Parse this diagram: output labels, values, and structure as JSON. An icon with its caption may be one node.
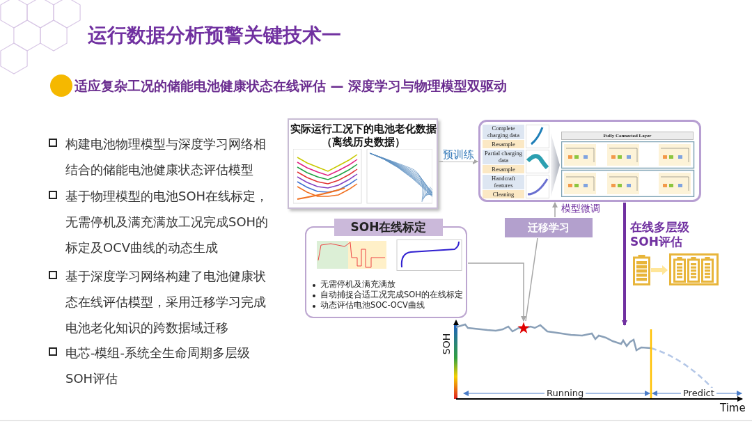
{
  "diagram": {
    "title": "运行数据分析预警关键技术一",
    "nodes": [
      {
        "text": [
          "实际运行工况下的电池老化数据（离线历史数据）"
        ]
      },
      {
        "text": [
          "Complete charging data",
          "Resample",
          "Partial charging data",
          "Resample",
          "Handcraft features",
          "Cleaning",
          "Fully Connected Layer"
        ]
      },
      {
        "text": [
          "SOH在线标定",
          "无需停机及满充满放",
          "自动捕捉合适工况完成SOH的在线标定",
          "动态评估电池SOC-OCV曲线"
        ]
      },
      {
        "text": [
          "迁移学习"
        ]
      },
      {
        "text": [],
        "shape": "star"
      },
      {
        "text": [],
        "shape": "battery"
      },
      {
        "text": [],
        "shape": "battery"
      }
    ],
    "edges": [
      {
        "from": 0,
        "to": 1,
        "arrow": "to",
        "label": "预训练"
      },
      {
        "from": 3,
        "to": 1,
        "arrow": "to",
        "label": "模型微调"
      },
      {
        "from": 2,
        "to": 4,
        "arrow": "to"
      },
      {
        "from": 4,
        "to": 3,
        "arrow": "none"
      },
      {
        "from": 1,
        "to": null,
        "arrow": "to",
        "label": "在线多层级SOH评估",
        "color": "#7030a0",
        "style": "thick"
      },
      {
        "from": 5,
        "to": 6,
        "arrow": "to",
        "color": "#ffe699",
        "style": "thick"
      }
    ],
    "labels": [
      "适应复杂工况的储能电池健康状态在线评估 — 深度学习与物理模型双驱动",
      "构建电池物理模型与深度学习网络相结合的储能电池健康状态评估模型",
      "基于物理模型的电池SOH在线标定，无需停机及满充满放工况完成SOH的标定及OCV曲线的动态生成",
      "基于深度学习网络构建了电池健康状态在线评估模型，采用迁移学习完成电池老化知识的跨数据域迁移",
      "电芯-模组-系统全生命周期多层级SOH评估",
      "SOH",
      "Time",
      "Running",
      "Predict"
    ]
  }
}
